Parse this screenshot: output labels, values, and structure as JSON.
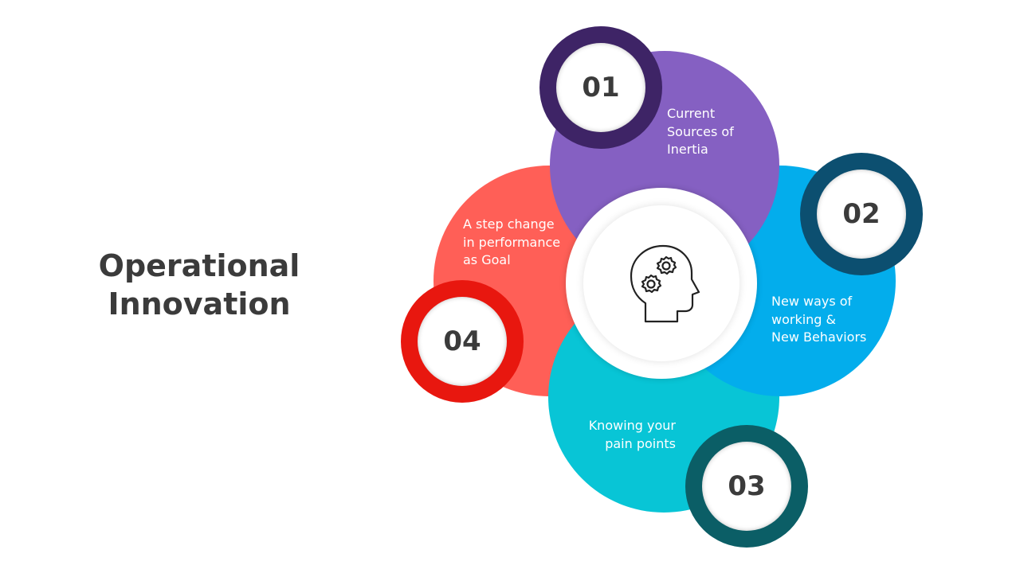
{
  "title": "Operational\nInnovation",
  "center": {
    "icon": "head-gears-icon"
  },
  "items": [
    {
      "number": "01",
      "text": "Current\nSources of\nInertia",
      "color": "#8560C2",
      "ring_color": "#3E2466"
    },
    {
      "number": "02",
      "text": "New ways of\nworking &\nNew Behaviors",
      "color": "#03ADEC",
      "ring_color": "#0C4F70"
    },
    {
      "number": "03",
      "text": "Knowing your\npain points",
      "color": "#08C5D6",
      "ring_color": "#0B5E66"
    },
    {
      "number": "04",
      "text": "A step change\nin performance\nas Goal",
      "color": "#FF5F57",
      "ring_color": "#E8170F"
    }
  ]
}
